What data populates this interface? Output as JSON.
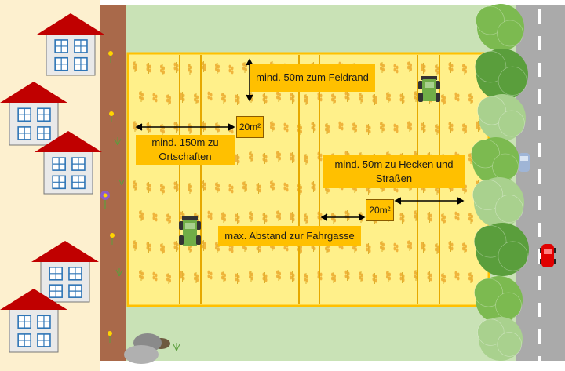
{
  "labels": {
    "field_edge": "mind. 50m zum Feldrand",
    "settlements": "mind. 150m zu Ortschaften",
    "hedges_roads": "mind. 50m zu Hecken und Straßen",
    "tramline": "max. Abstand zur Fahrgasse"
  },
  "plot_area_1": "20m²",
  "plot_area_2": "20m²",
  "colors": {
    "village_ground": "#fdf0cf",
    "soil_strip": "#a9694a",
    "meadow": "#c9e2b6",
    "field": "#fff08a",
    "field_border": "#ffc000",
    "tramline": "#e6a800",
    "label_bg": "#ffc000",
    "roof": "#c00000",
    "house_wall": "#e9e9e9",
    "window": "#2e75b6",
    "tree_dark": "#5a9e3c",
    "tree_light": "#a9d18e",
    "road": "#aaaaaa",
    "tractor": "#70ad47",
    "car": "#e00000"
  }
}
